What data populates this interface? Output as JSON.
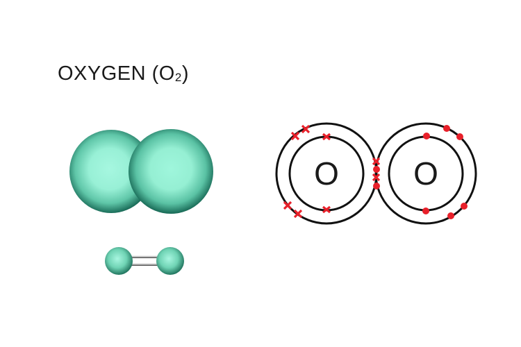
{
  "title": {
    "text": "OXYGEN (O",
    "subscript": "2",
    "suffix": ")"
  },
  "space_filling_model": {
    "atoms": [
      "O",
      "O"
    ],
    "colors": {
      "light": "#9ff5da",
      "mid": "#5fc9a8",
      "dark": "#0d5e4c"
    }
  },
  "ball_and_stick_model": {
    "atoms": [
      "O",
      "O"
    ],
    "bond": "double"
  },
  "electron_diagram": {
    "atoms": [
      {
        "symbol": "O",
        "electron_marker": "cross",
        "inner_shell_electrons": 2,
        "outer_shell_electrons": 6
      },
      {
        "symbol": "O",
        "electron_marker": "dot",
        "inner_shell_electrons": 2,
        "outer_shell_electrons": 6
      }
    ],
    "shared_electrons": 4,
    "marker_color": "#e8202a",
    "shell_color": "#111111"
  }
}
